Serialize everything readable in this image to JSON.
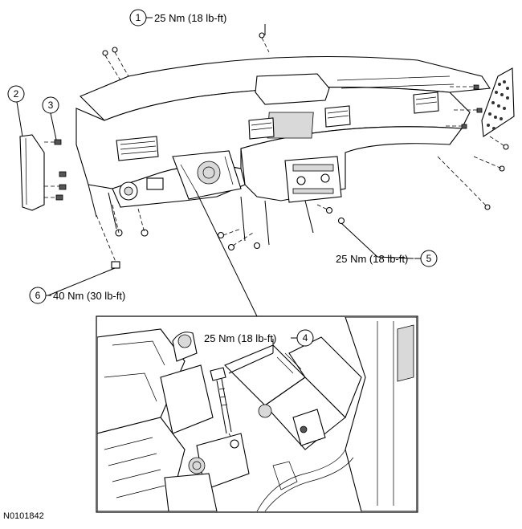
{
  "callouts": [
    {
      "number": "1",
      "torque": "25 Nm (18 lb-ft)"
    },
    {
      "number": "2"
    },
    {
      "number": "3"
    },
    {
      "number": "4",
      "torque": "25 Nm (18 lb-ft)"
    },
    {
      "number": "5",
      "torque": "25 Nm (18 lb-ft)"
    },
    {
      "number": "6",
      "torque": "40 Nm (30 lb-ft)"
    }
  ],
  "figure_ref": "N0101842"
}
